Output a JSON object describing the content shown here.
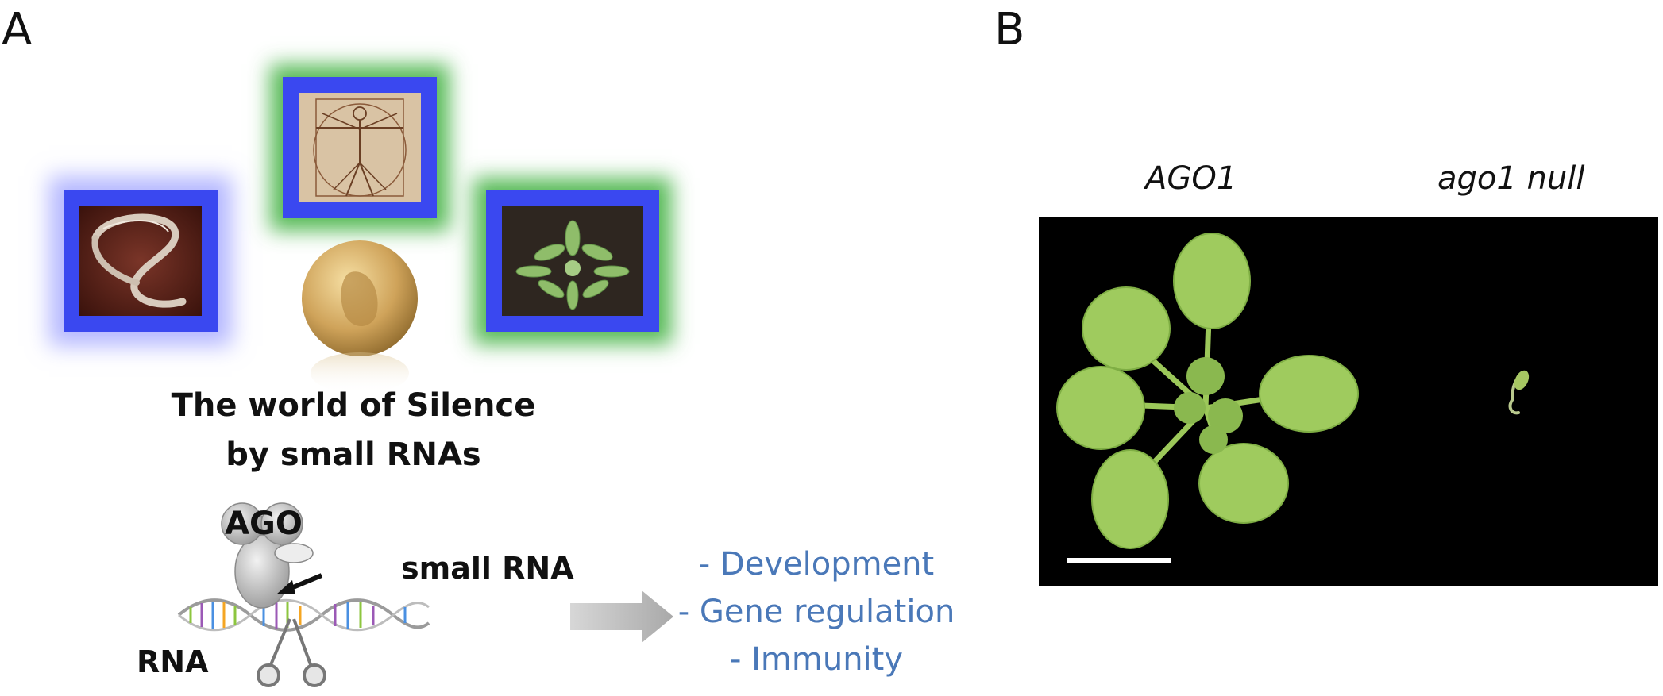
{
  "panelA": {
    "letter": "A",
    "title_line1": "The world of Silence",
    "title_line2": "by small RNAs",
    "ago_label": "AGO",
    "small_rna_label": "small RNA",
    "rna_label": "RNA",
    "outcomes": [
      "- Development",
      "- Gene regulation",
      "- Immunity"
    ],
    "frame_color": "#3a48f0",
    "outcome_color": "#4a78b8"
  },
  "panelB": {
    "letter": "B",
    "wildtype_label": "AGO1",
    "mutant_label": "ago1 null"
  }
}
